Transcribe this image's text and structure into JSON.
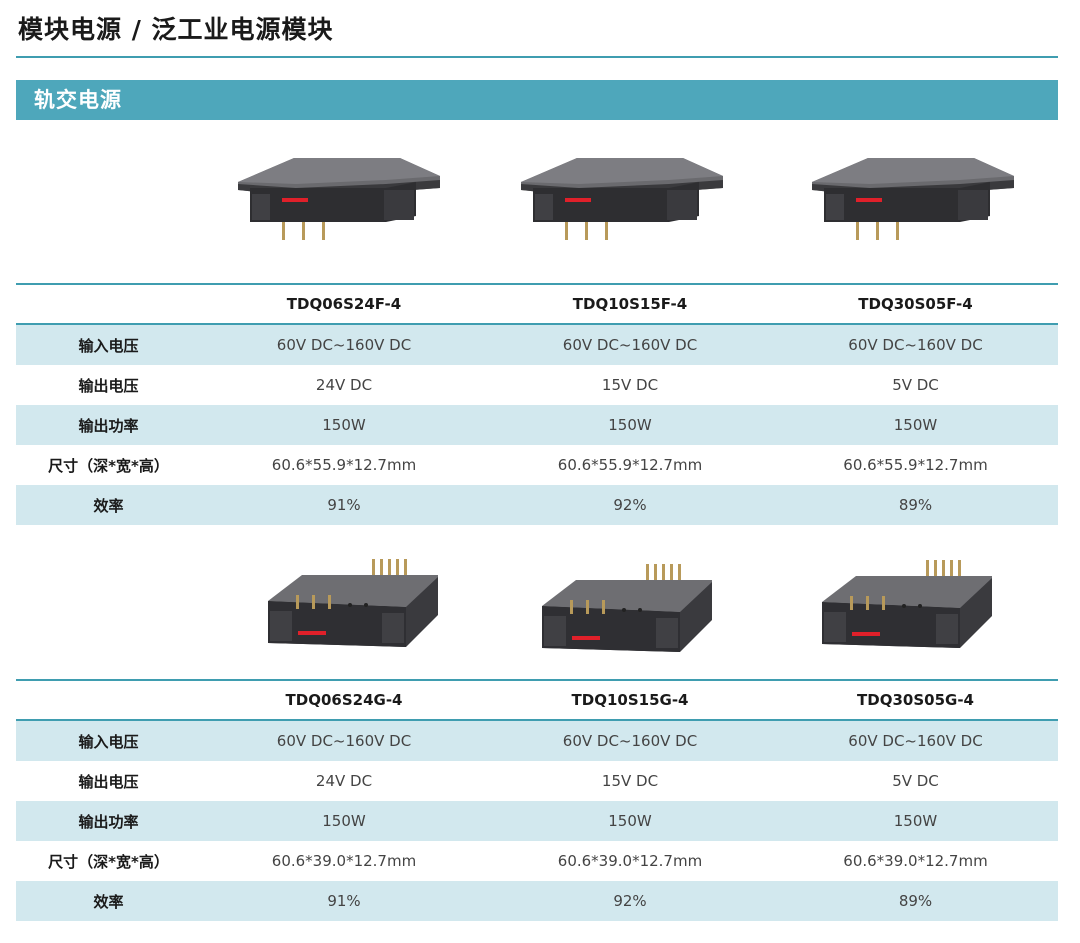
{
  "header": {
    "title": "模块电源 / 泛工业电源模块"
  },
  "section": {
    "title": "轨交电源"
  },
  "group_f": {
    "models": [
      "TDQ06S24F-4",
      "TDQ10S15F-4",
      "TDQ30S05F-4"
    ],
    "rows": [
      {
        "label": "输入电压",
        "values": [
          "60V DC~160V DC",
          "60V DC~160V DC",
          "60V DC~160V DC"
        ]
      },
      {
        "label": "输出电压",
        "values": [
          "24V DC",
          "15V DC",
          "5V DC"
        ]
      },
      {
        "label": "输出功率",
        "values": [
          "150W",
          "150W",
          "150W"
        ]
      },
      {
        "label": "尺寸（深*宽*高）",
        "values": [
          "60.6*55.9*12.7mm",
          "60.6*55.9*12.7mm",
          "60.6*55.9*12.7mm"
        ]
      },
      {
        "label": "效率",
        "values": [
          "91%",
          "92%",
          "89%"
        ]
      }
    ]
  },
  "group_g": {
    "models": [
      "TDQ06S24G-4",
      "TDQ10S15G-4",
      "TDQ30S05G-4"
    ],
    "rows": [
      {
        "label": "输入电压",
        "values": [
          "60V DC~160V DC",
          "60V DC~160V DC",
          "60V DC~160V DC"
        ]
      },
      {
        "label": "输出电压",
        "values": [
          "24V DC",
          "15V DC",
          "5V DC"
        ]
      },
      {
        "label": "输出功率",
        "values": [
          "150W",
          "150W",
          "150W"
        ]
      },
      {
        "label": "尺寸（深*宽*高）",
        "values": [
          "60.6*39.0*12.7mm",
          "60.6*39.0*12.7mm",
          "60.6*39.0*12.7mm"
        ]
      },
      {
        "label": "效率",
        "values": [
          "91%",
          "92%",
          "89%"
        ]
      }
    ]
  },
  "colors": {
    "accent": "#4ea7bb",
    "rule": "#3f9db0",
    "row_stripe": "#d2e8ee",
    "led": "#e0202a"
  }
}
